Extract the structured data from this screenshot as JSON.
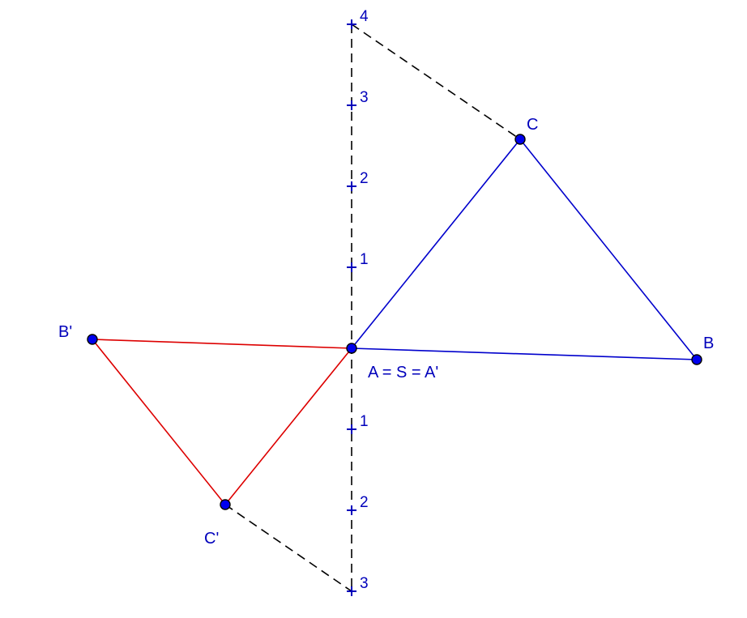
{
  "colors": {
    "original": "#0000cc",
    "image": "#dd0000",
    "point_fill": "#0000ee",
    "point_stroke": "#000000",
    "axis": "#000000",
    "label": "#0000bb",
    "tick": "#0000bb"
  },
  "axis": {
    "upper_ticks": [
      "1",
      "2",
      "3",
      "4"
    ],
    "lower_ticks": [
      "1",
      "2",
      "3"
    ]
  },
  "points": {
    "A": {
      "label": "A = S = A'"
    },
    "B": {
      "label": "B"
    },
    "C": {
      "label": "C"
    },
    "B_prime": {
      "label": "B'"
    },
    "C_prime": {
      "label": "C'"
    }
  }
}
